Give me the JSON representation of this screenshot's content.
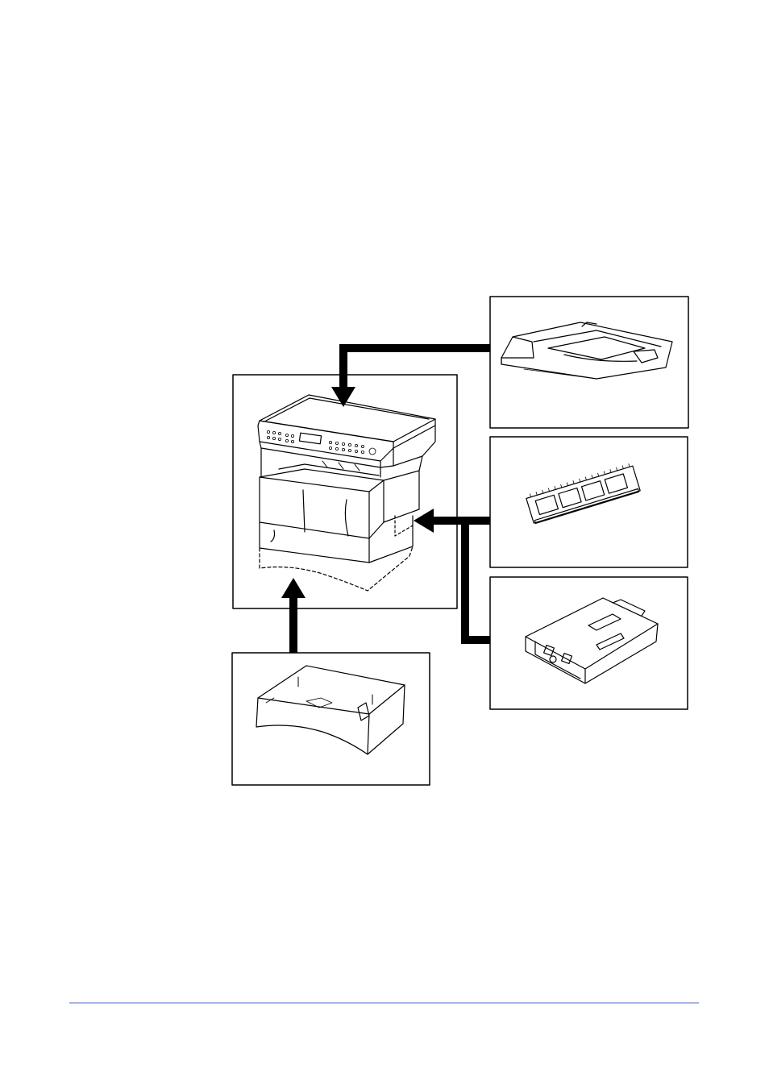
{
  "figure": {
    "main_unit": {
      "icon": "multifunction-copier-icon",
      "dashed_outline": "optional-paper-feeder-position"
    },
    "options": [
      {
        "id": "document-processor",
        "icon": "document-processor-icon"
      },
      {
        "id": "memory-module",
        "icon": "memory-dimm-icon"
      },
      {
        "id": "network-card",
        "icon": "network-interface-card-icon"
      },
      {
        "id": "paper-feeder",
        "icon": "paper-feeder-icon"
      }
    ],
    "connectors": [
      {
        "from": "document-processor",
        "to": "main_unit",
        "style": "bold-arrow"
      },
      {
        "from": "memory-module",
        "to": "main_unit",
        "style": "bold-arrow"
      },
      {
        "from": "network-card",
        "to": "main_unit",
        "style": "bold-arrow"
      },
      {
        "from": "paper-feeder",
        "to": "main_unit",
        "style": "bold-arrow"
      }
    ]
  },
  "colors": {
    "line": "#000000",
    "footer_rule": "#3355cc",
    "background": "#ffffff"
  }
}
